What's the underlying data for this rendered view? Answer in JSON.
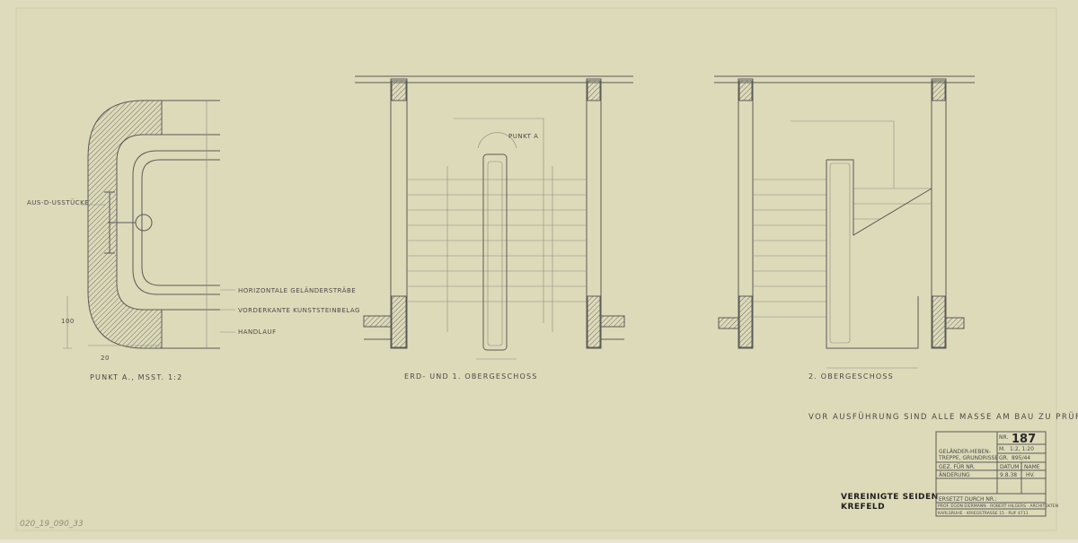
{
  "detail": {
    "caption": "PUNKT A., MSST. 1:2",
    "label_left": "AUS-D-USSTÜCKE",
    "label_rail_1": "HORIZONTALE GELÄNDERSTRÄBE",
    "label_rail_2": "VORDERKANTE KUNSTSTEINBELAG",
    "label_rail_3": "HANDLAUF",
    "dim_width": "20",
    "dim_height": "100"
  },
  "plan1": {
    "caption": "ERD- UND 1. OBERGESCHOSS",
    "punkt_label": "PUNKT A"
  },
  "plan2": {
    "caption": "2. OBERGESCHOSS"
  },
  "note": "VOR AUSFÜHRUNG SIND ALLE MASSE AM BAU ZU PRÜFEN!",
  "stamp": {
    "line1": "VEREINIGTE SEIDEN",
    "line2": "KREFELD"
  },
  "title_block": {
    "nr_label": "NR.",
    "nr_value": "187",
    "scale_label": "M.",
    "scale_value": "1:2, 1:20",
    "gr_label": "GR.",
    "gr_value": "895/44",
    "title_line1": "GELÄNDER-HEBEN-",
    "title_line2": "TREPPE, GRUNDRISSE",
    "datum_label": "DATUM",
    "name_label": "NAME",
    "gez_label": "GEZ. FÜR NR.",
    "date_value": "9.8.38",
    "name_value": "HV.",
    "aenderung_label": "ÄNDERUNG",
    "ersetzt_label": "ERSETZT DURCH NR.:",
    "firm_line1": "PROF. EGON EIERMANN · ROBERT HILGERS · ARCHITEKTEN",
    "firm_line2": "KARLSRUHE · KRIEGSTRASSE 15 · RUF 4711"
  },
  "pencil_note": "020_19_090_33"
}
